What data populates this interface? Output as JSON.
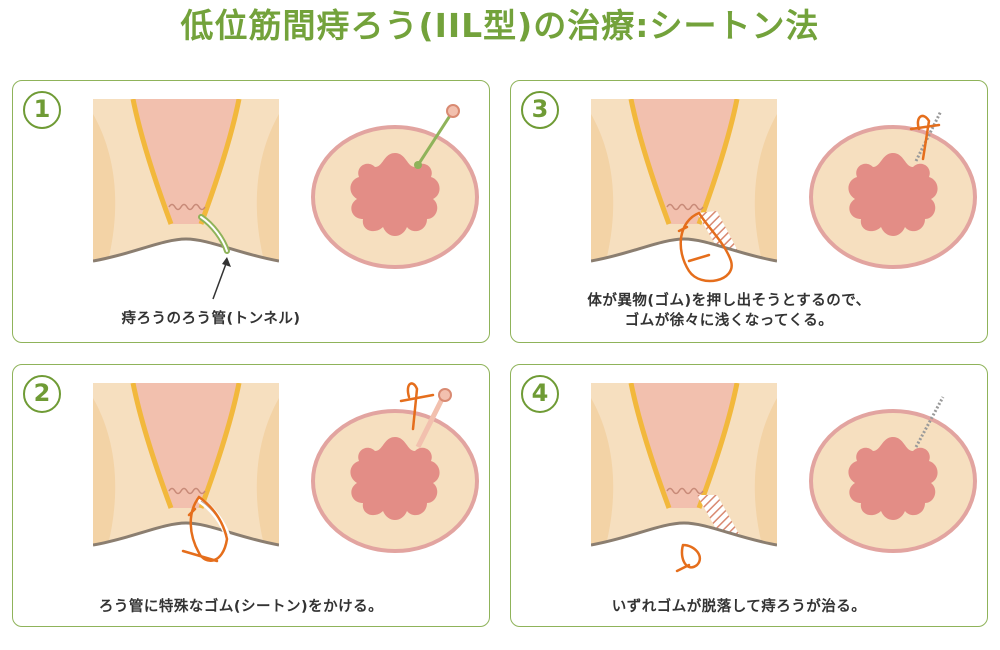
{
  "title": "低位筋間痔ろう(IIL型)の治療:シートン法",
  "steps": [
    {
      "number": "1",
      "caption_lines": [
        "痔ろうのろう管(トンネル)"
      ]
    },
    {
      "number": "2",
      "caption_lines": [
        "ろう管に特殊なゴム(シートン)をかける。"
      ]
    },
    {
      "number": "3",
      "caption_lines": [
        "体が異物(ゴム)を押し出そうとするので、",
        "ゴムが徐々に浅くなってくる。"
      ]
    },
    {
      "number": "4",
      "caption_lines": [
        "いずれゴムが脱落して痔ろうが治る。"
      ]
    }
  ],
  "colors": {
    "accent_green": "#73a23b",
    "skin": "#f6dfbf",
    "tissue_pink": "#f2c0ae",
    "mucosa": "#e38d86",
    "seton_orange": "#e56e1c",
    "muscle_yellow": "#f2b83c"
  }
}
